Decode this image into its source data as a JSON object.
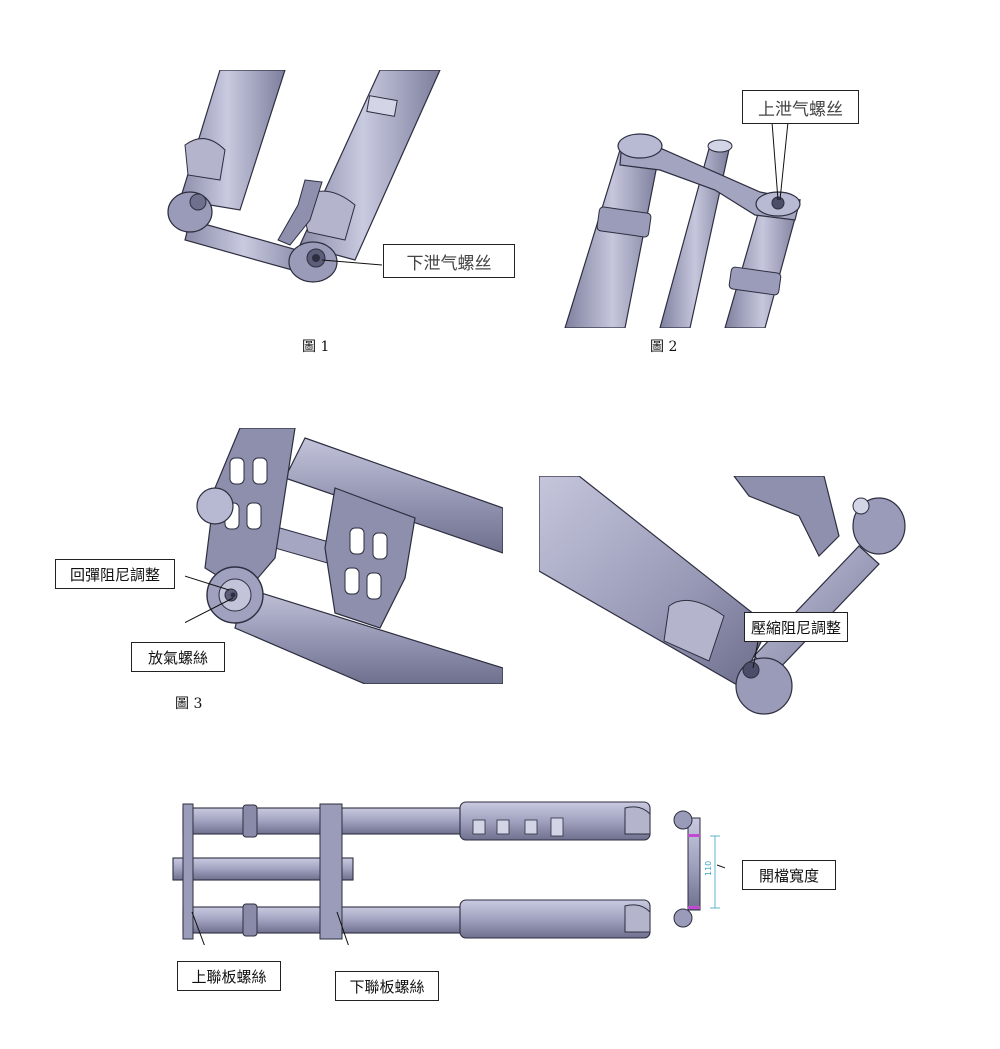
{
  "figures": {
    "fig1": {
      "caption": "圖 1",
      "callout": "下泄气螺丝"
    },
    "fig2": {
      "caption": "圖 2",
      "callout": "上泄气螺丝"
    },
    "fig3": {
      "caption": "圖 3",
      "callouts": {
        "rebound": "回彈阻尼調整",
        "bleed": "放氣螺絲"
      }
    },
    "fig4": {
      "callout": "壓縮阻尼調整"
    },
    "fig5": {
      "callouts": {
        "axle_width": "開檔寬度",
        "upper_clamp": "上聯板螺絲",
        "lower_clamp": "下聯板螺絲"
      },
      "dimension": "110"
    }
  },
  "colors": {
    "metal": "#a9aac4",
    "metal_dark": "#5c5d78",
    "metal_light": "#d3d4e6",
    "outline": "#2d2e40",
    "dimension": "#3aa3c4",
    "accent": "#c04ad0"
  }
}
